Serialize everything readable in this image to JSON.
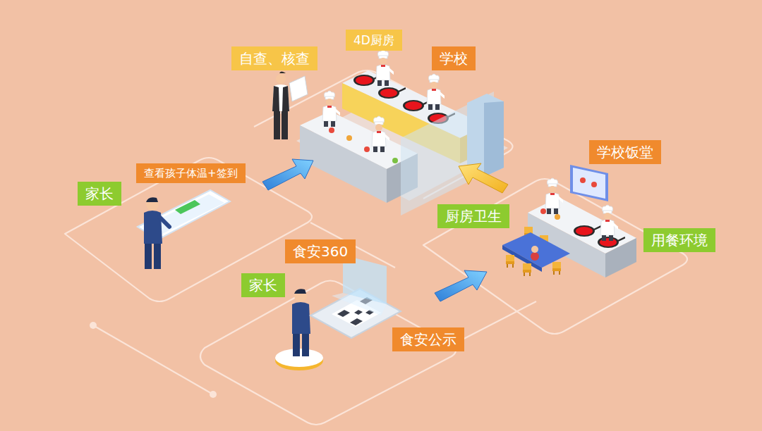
{
  "diagram": {
    "nodes": [
      {
        "text": [
          "4D厨房"
        ]
      },
      {
        "text": [
          "自查、核查"
        ]
      },
      {
        "text": [
          "学校"
        ]
      },
      {
        "text": [
          "学校饭堂"
        ]
      },
      {
        "text": [
          "查看孩子体温+签到"
        ]
      },
      {
        "text": [
          "家长"
        ]
      },
      {
        "text": [
          "厨房卫生"
        ]
      },
      {
        "text": [
          "用餐环境"
        ]
      },
      {
        "text": [
          "食安360"
        ]
      },
      {
        "text": [
          "家长"
        ]
      },
      {
        "text": [
          "食安公示"
        ]
      }
    ]
  }
}
